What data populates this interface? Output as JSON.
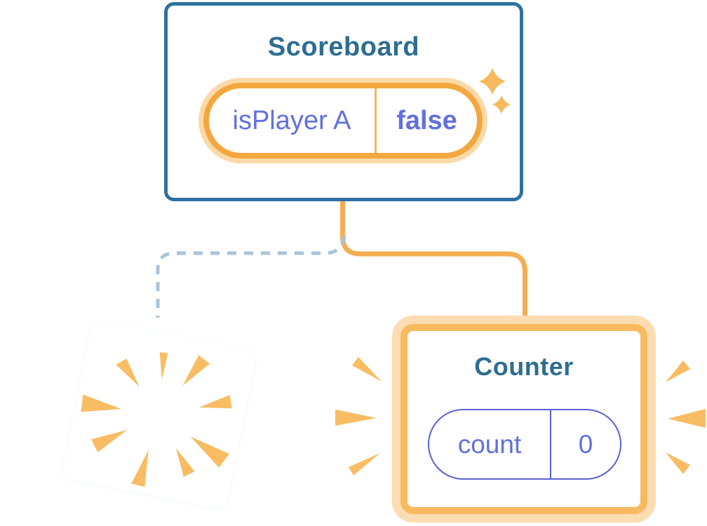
{
  "diagram_description": "React component tree state diagram: Scoreboard keeps state, old component poofs away, new Counter appears with fresh state",
  "scoreboard_card": {
    "title": "Scoreboard",
    "state_pill": {
      "label": "isPlayer A",
      "value": "false"
    }
  },
  "counter_card": {
    "title": "Counter",
    "state_pill": {
      "label": "count",
      "value": "0"
    }
  },
  "destroyed_card": {
    "content": ""
  },
  "icons": {
    "sparkle": "four-point-star",
    "poof": "burst-rays",
    "emphasis": "emphasis-rays"
  },
  "colors": {
    "card_border_blue": "#2e71a0",
    "title_teal": "#2e6d92",
    "state_purple": "#6270dc",
    "pill_indigo": "#5a62d2",
    "orange_line": "#f5ae52",
    "orange_deep": "#f3a83f",
    "orange_ring": "#f8ba5f",
    "peach": "#fcdcb0",
    "ray_orange": "#f8bd63",
    "dashed_blue": "#a8c4d8"
  }
}
